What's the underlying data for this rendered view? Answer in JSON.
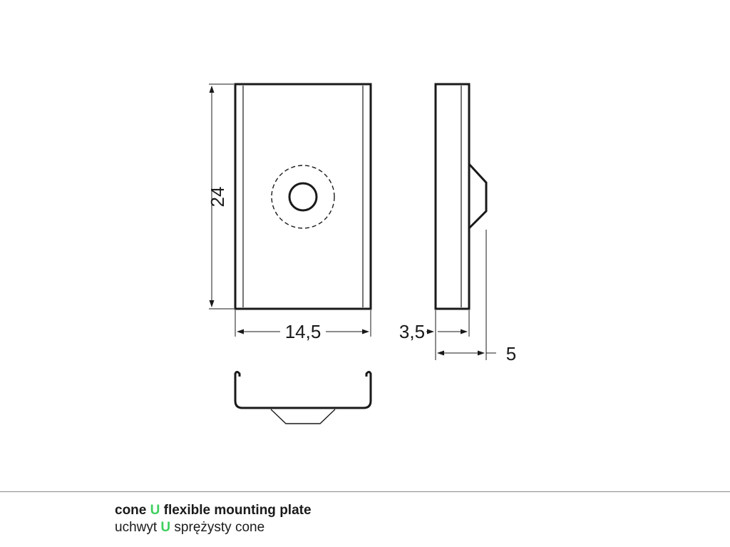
{
  "dimensions": {
    "height": "24",
    "width": "14,5",
    "thickness": "3,5",
    "total_depth": "5"
  },
  "caption": {
    "en": {
      "pre": "cone ",
      "accent": "U",
      "post": " flexible mounting plate"
    },
    "pl": {
      "pre": "uchwyt ",
      "accent": "U",
      "post": " sprężysty cone"
    }
  },
  "colors": {
    "accent": "#3ecf5e",
    "line": "#1a1a1a",
    "divider": "#8a8a8a"
  }
}
